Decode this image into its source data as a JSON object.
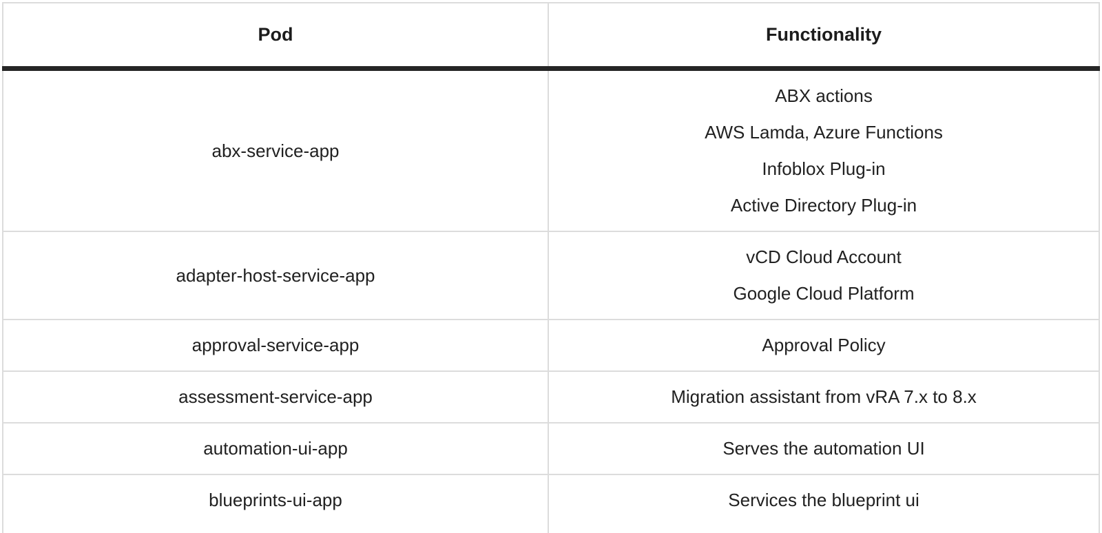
{
  "table": {
    "columns": [
      {
        "label": "Pod"
      },
      {
        "label": "Functionality"
      }
    ],
    "rows": [
      {
        "pod": "abx-service-app",
        "functionality": [
          "ABX actions",
          "AWS Lamda, Azure Functions",
          "Infoblox Plug-in",
          "Active Directory Plug-in"
        ]
      },
      {
        "pod": "adapter-host-service-app",
        "functionality": [
          "vCD Cloud Account",
          "Google Cloud Platform"
        ]
      },
      {
        "pod": "approval-service-app",
        "functionality": [
          "Approval Policy"
        ]
      },
      {
        "pod": "assessment-service-app",
        "functionality": [
          "Migration assistant from vRA 7.x to 8.x"
        ]
      },
      {
        "pod": "automation-ui-app",
        "functionality": [
          "Serves the automation UI"
        ]
      },
      {
        "pod": "blueprints-ui-app",
        "functionality": [
          "Services the blueprint ui"
        ]
      }
    ],
    "colors": {
      "text": "#212121",
      "header_rule": "#262626",
      "grid": "#dcdcdc",
      "background": "#ffffff"
    }
  }
}
